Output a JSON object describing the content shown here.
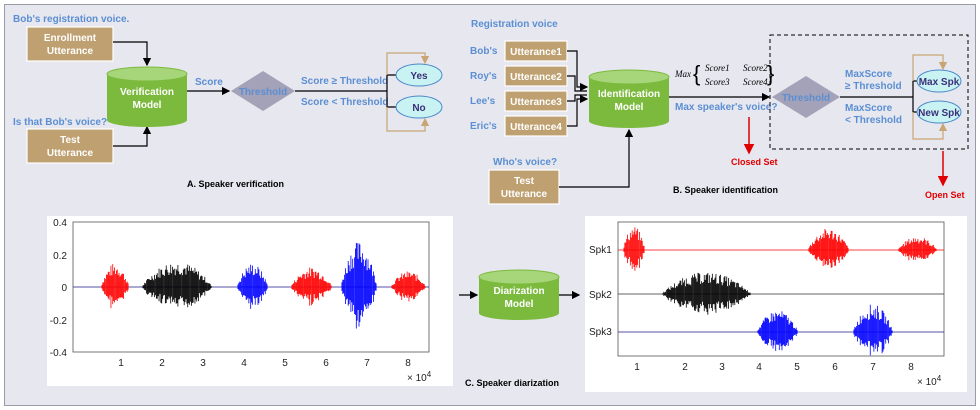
{
  "verification": {
    "caption": "A.  Speaker verification",
    "enroll_question": "Bob's registration voice.",
    "enroll_box": [
      "Enrollment",
      "Utterance"
    ],
    "test_question": "Is that Bob's voice?",
    "test_box": [
      "Test",
      "Utterance"
    ],
    "model": [
      "Verification",
      "Model"
    ],
    "score_label": "Score",
    "threshold": "Threshold",
    "cond_yes": "Score ≥ Threshold",
    "cond_no": "Score <  Threshold",
    "yes": "Yes",
    "no": "No"
  },
  "identification": {
    "caption": "B.  Speaker identification",
    "registration_label": "Registration voice",
    "speakers": [
      {
        "name": "Bob's",
        "utterance": "Utterance1"
      },
      {
        "name": "Roy's",
        "utterance": "Utterance2"
      },
      {
        "name": "Lee's",
        "utterance": "Utterance3"
      },
      {
        "name": "Eric's",
        "utterance": "Utterance4"
      }
    ],
    "model": [
      "Identification",
      "Model"
    ],
    "max_fn": "Max",
    "scores": [
      "Score1",
      "Score2",
      "Score3",
      "Score4"
    ],
    "max_question": "Max speaker's voice?",
    "who_question": "Who's voice?",
    "test_box": [
      "Test",
      "Utterance"
    ],
    "threshold": "Threshold",
    "cond_max": [
      "MaxScore",
      "≥ Threshold"
    ],
    "cond_new": [
      "MaxScore",
      "<  Threshold"
    ],
    "max_spk": "Max Spk",
    "new_spk": "New Spk",
    "closed_set": "Closed Set",
    "open_set": "Open Set"
  },
  "diarization": {
    "caption": "C.  Speaker diarization",
    "model": [
      "Diarization",
      "Model"
    ],
    "multiplier": "× 10",
    "multiplier_exp": "4",
    "left_y_ticks": [
      "0.4",
      "0.2",
      "0",
      "-0.2",
      "-0.4"
    ],
    "x_ticks": [
      "1",
      "2",
      "3",
      "4",
      "5",
      "6",
      "7",
      "8"
    ],
    "speaker_labels": [
      "Spk1",
      "Spk2",
      "Spk3"
    ],
    "colors": {
      "spk1": "#ff0000",
      "spk2": "#000000",
      "spk3": "#0000ff"
    }
  },
  "palette": {
    "tan": "#bfa071",
    "green": "#7cba3e",
    "diamond": "#a4a2b8",
    "oval": "#c9f3f3",
    "label_blue": "#5b8fd2"
  }
}
